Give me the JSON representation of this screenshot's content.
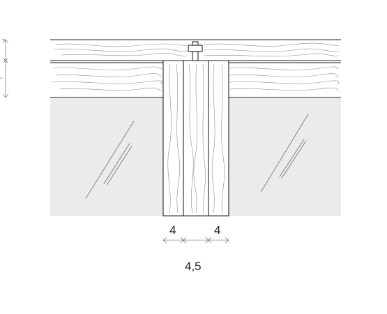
{
  "drawing": {
    "dimension_left": "4",
    "dimension_right": "4",
    "dimension_bottom": "4,5"
  },
  "colors": {
    "glass": "#ebebeb",
    "wood": "#ffffff",
    "line": "#222222"
  }
}
